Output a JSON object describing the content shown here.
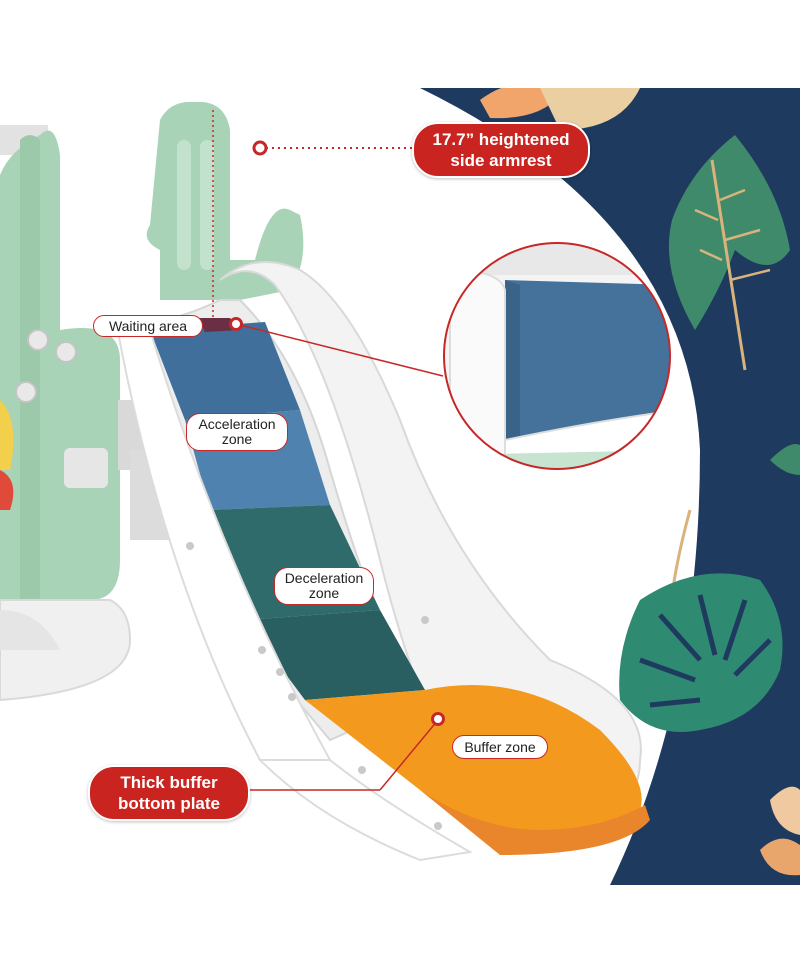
{
  "labels": {
    "armrest": "17.7” heightened\nside armrest",
    "waiting_area": "Waiting area",
    "acceleration_zone": "Acceleration\nzone",
    "deceleration_zone": "Deceleration\nzone",
    "buffer_zone": "Buffer zone",
    "thick_buffer": "Thick buffer\nbottom plate"
  },
  "colors": {
    "accent_red": "#c9241f",
    "slide_blue": "#3f6f9a",
    "slide_teal": "#2f6b6b",
    "slide_orange": "#f39a1e",
    "cactus_green": "#a9d3b6",
    "night_navy": "#1f3a5f"
  }
}
